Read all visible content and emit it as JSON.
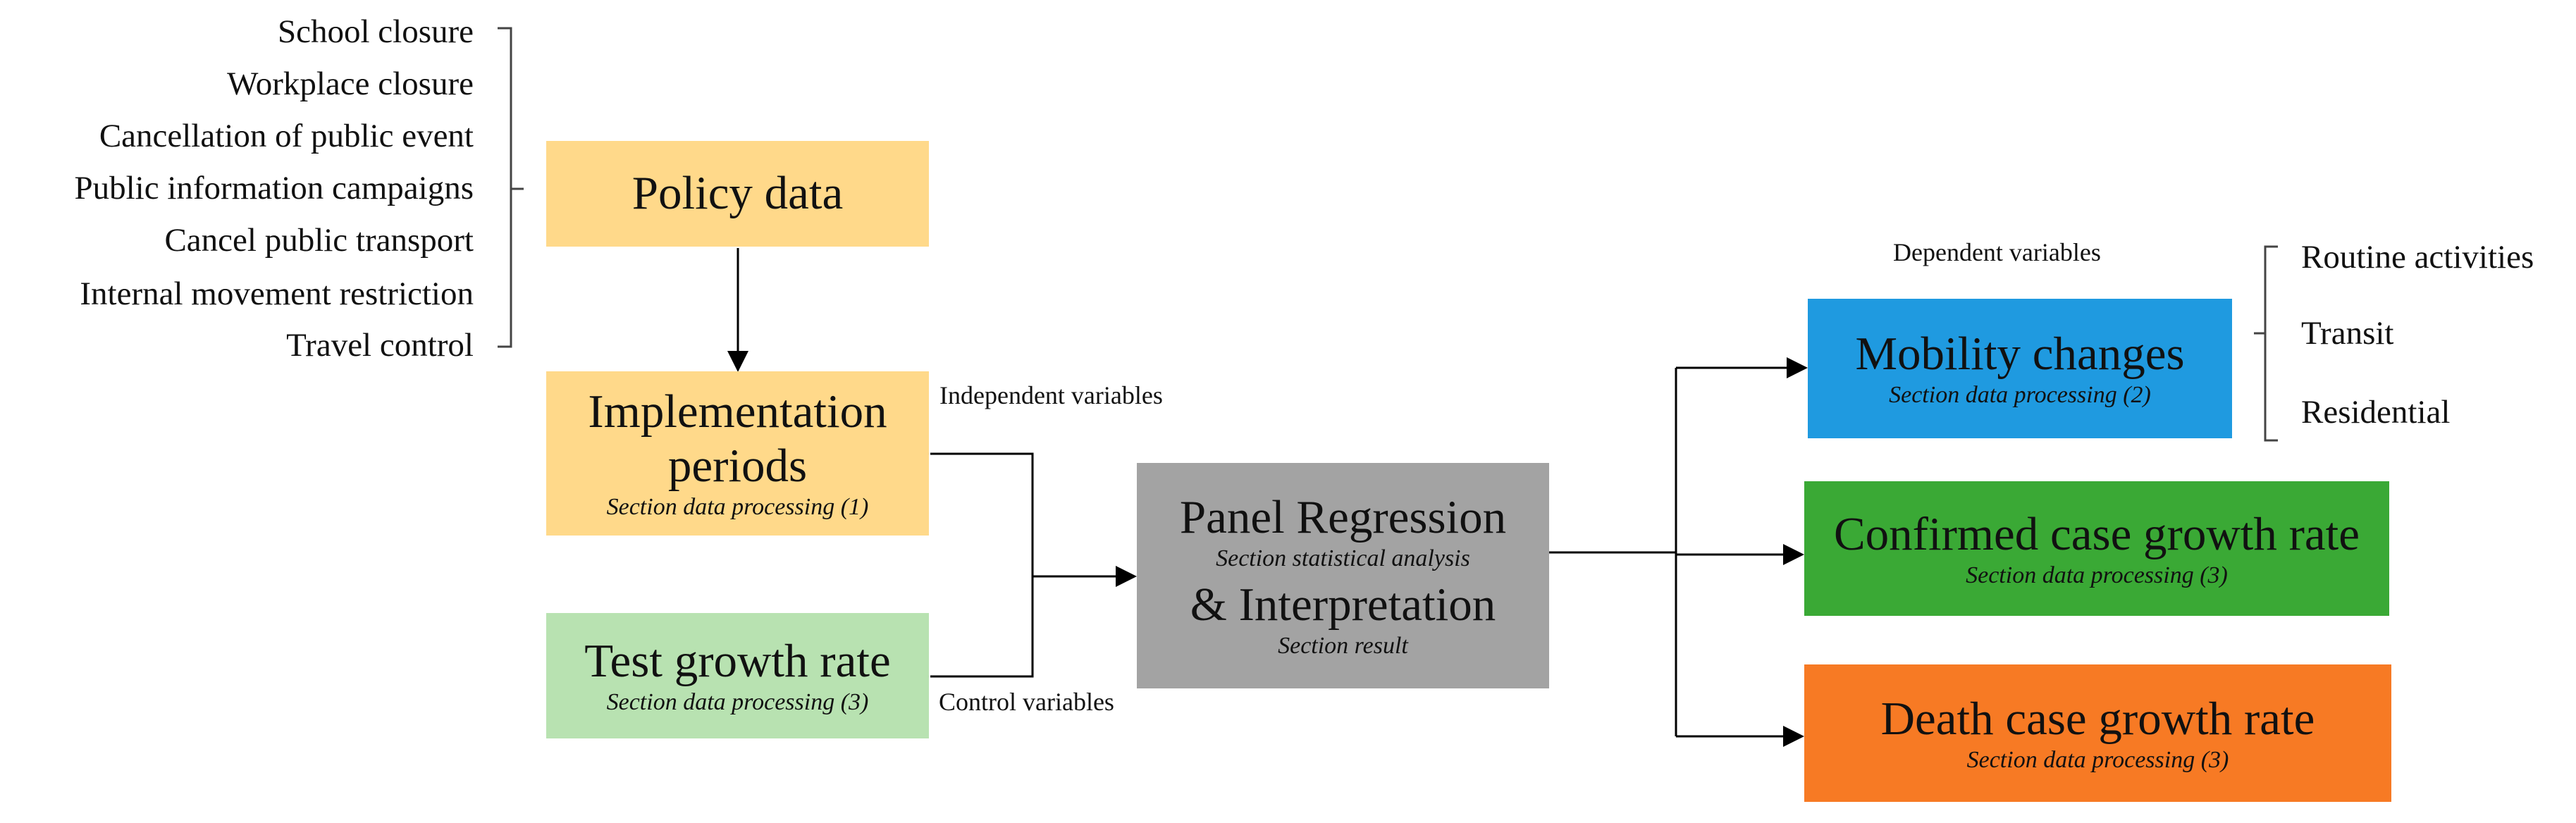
{
  "policy_list": [
    "School closure",
    "Workplace closure",
    "Cancellation of public event",
    "Public information campaigns",
    "Cancel public transport",
    "Internal movement restriction",
    "Travel control"
  ],
  "boxes": {
    "policy": {
      "title": "Policy data"
    },
    "implementation": {
      "title_line1": "Implementation",
      "title_line2": "periods",
      "sub": "Section data processing (1)"
    },
    "test": {
      "title": "Test growth rate",
      "sub": "Section data processing (3)"
    },
    "panel": {
      "title": "Panel Regression",
      "sub1": "Section statistical analysis",
      "title2": "& Interpretation",
      "sub2": "Section result"
    },
    "mobility": {
      "title": "Mobility changes",
      "sub": "Section data processing (2)"
    },
    "confirmed": {
      "title": "Confirmed case growth rate",
      "sub": "Section data processing (3)"
    },
    "death": {
      "title": "Death case growth rate",
      "sub": "Section data processing (3)"
    }
  },
  "labels": {
    "independent": "Independent variables",
    "control": "Control variables",
    "dependent": "Dependent variables"
  },
  "mobility_list": [
    "Routine activities",
    "Transit",
    "Residential"
  ],
  "colors": {
    "policy": "#ffd98a",
    "implementation": "#ffd98a",
    "test": "#b8e2b1",
    "panel": "#a3a3a3",
    "mobility": "#1f9ae0",
    "confirmed": "#3aa935",
    "death": "#f77a24",
    "line": "#000000"
  }
}
